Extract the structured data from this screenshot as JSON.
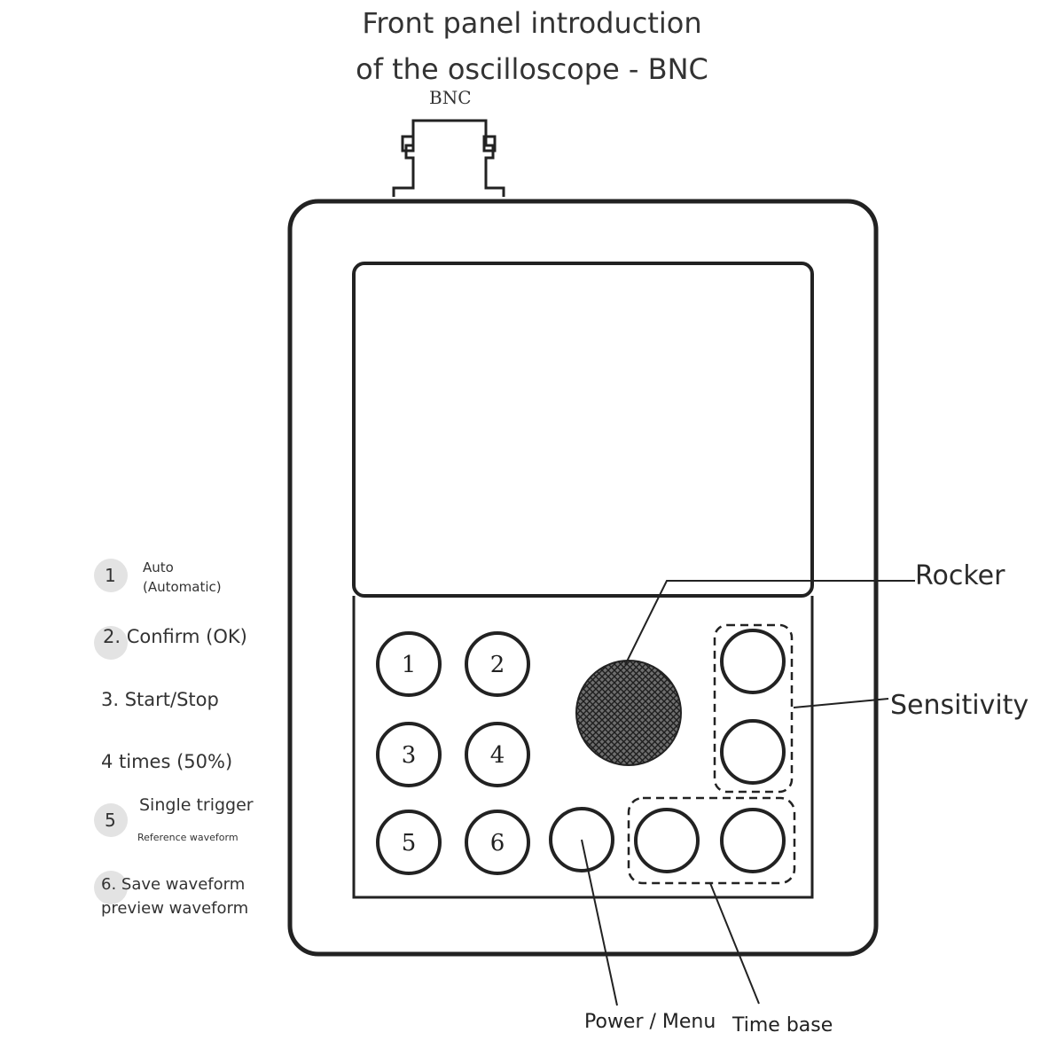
{
  "title": {
    "line1": "Front panel introduction",
    "line2": "of the oscilloscope - BNC"
  },
  "connector_label": "BNC",
  "buttons": [
    "1",
    "2",
    "3",
    "4",
    "5",
    "6"
  ],
  "callouts": {
    "rocker": "Rocker",
    "sensitivity": "Sensitivity",
    "power_menu": "Power / Menu",
    "time_base": "Time base"
  },
  "legend": {
    "item1": {
      "number": "1",
      "line1": "Auto",
      "line2": "(Automatic)"
    },
    "item2": {
      "text": "2. Confirm (OK)"
    },
    "item3": {
      "text": "3. Start/Stop"
    },
    "item4": {
      "text": "4 times (50%)"
    },
    "item5": {
      "number": "5",
      "line1": "Single trigger",
      "line2": "Reference waveform"
    },
    "item6": {
      "line1": "6. Save waveform",
      "line2": "preview waveform"
    }
  },
  "colors": {
    "outline": "#222222",
    "legend_disc": "#e3e3e3"
  }
}
